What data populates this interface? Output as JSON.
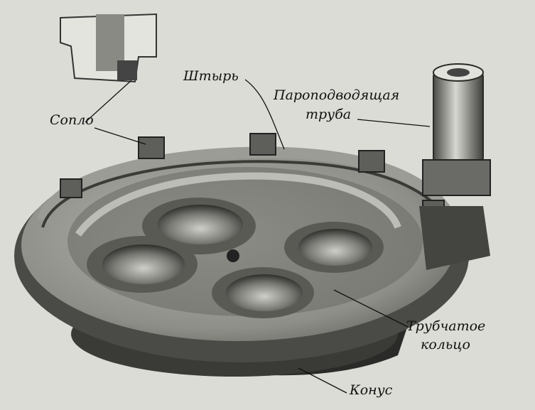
{
  "labels": {
    "nozzle": "Сопло",
    "pin": "Штырь",
    "steam_pipe_line1": "Пароподводящая",
    "steam_pipe_line2": "труба",
    "tubular_ring_line1": "Трубчатое",
    "tubular_ring_line2": "кольцо",
    "cone": "Конус"
  },
  "colors": {
    "paper": "#dcdcd6",
    "ink": "#111111",
    "metal_dark": "#3a3a38",
    "metal_mid": "#8a8a86",
    "metal_light": "#c8c8c2"
  }
}
